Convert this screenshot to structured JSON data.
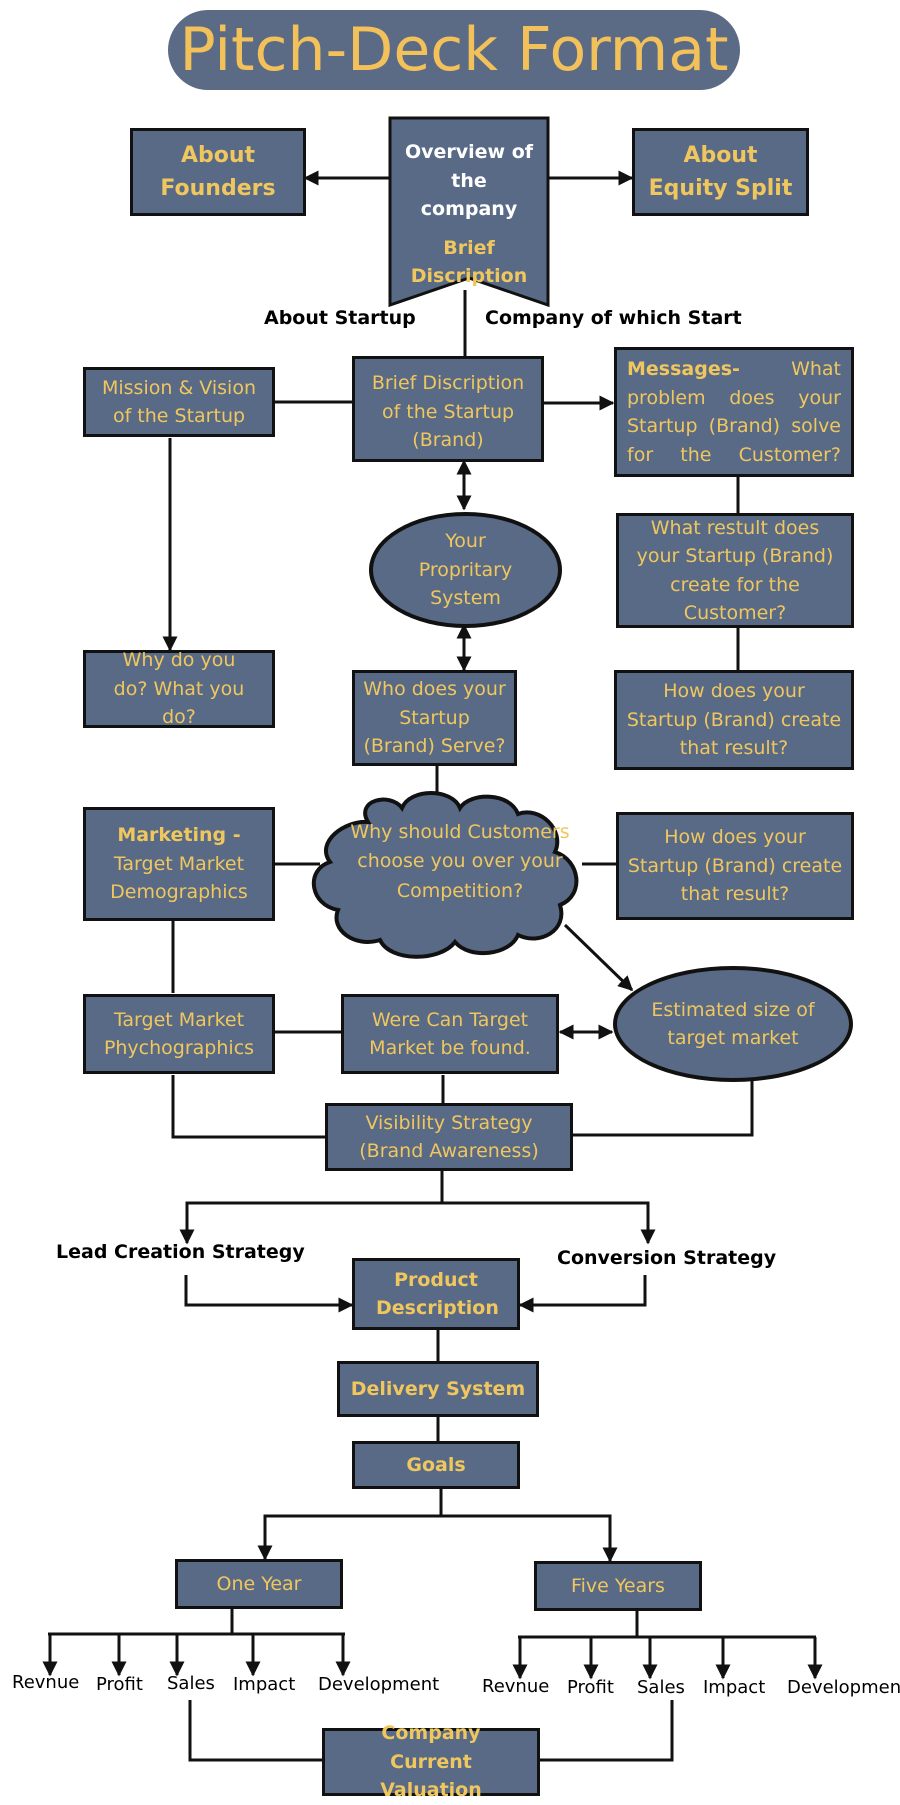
{
  "title": "Pitch-Deck Format",
  "colors": {
    "box": "#586a86",
    "accent": "#f0c75e",
    "title_bg": "#5b6b85",
    "line": "#111111"
  },
  "top": {
    "overview": "Overview of the company",
    "brief": "Brief Discription",
    "founders": "About Founders",
    "equity": "About Equity Split",
    "about_startup": "About Startup",
    "company_start": "Company of which Start"
  },
  "startup": {
    "mission": "Mission & Vision of the Startup",
    "brief_startup": "Brief Discription of the Startup (Brand)",
    "messages_title": "Messages-",
    "messages_text": "What problem does your Startup (Brand) solve for the Customer?",
    "proprietary": "Your Propritary System",
    "why_do": "Why do you do? What you do?",
    "result": "What restult does your Startup (Brand) create for the Customer?",
    "serve": "Who does your Startup (Brand) Serve?",
    "how_result_1": "How does your Startup (Brand) create that result?"
  },
  "marketing": {
    "marketing_title": "Marketing -",
    "demographics": "Target Market Demographics",
    "choose": "Why should Customers choose you over your Competition?",
    "how_result_2": "How does your Startup (Brand) create that result?",
    "psychographics": "Target Market Phychographics",
    "found": "Were Can Target Market be found.",
    "size": "Estimated size of target market",
    "visibility": "Visibility Strategy (Brand Awareness)",
    "lead": "Lead Creation Strategy",
    "conversion": "Conversion Strategy"
  },
  "product": {
    "description": "Product Description",
    "delivery": "Delivery System",
    "goals": "Goals",
    "one_year": "One Year",
    "five_years": "Five Years",
    "valuation": "Company Current Valuation"
  },
  "goal_items": {
    "left": [
      "Revnue",
      "Profit",
      "Sales",
      "Impact",
      "Development"
    ],
    "right": [
      "Revnue",
      "Profit",
      "Sales",
      "Impact",
      "Development"
    ]
  }
}
